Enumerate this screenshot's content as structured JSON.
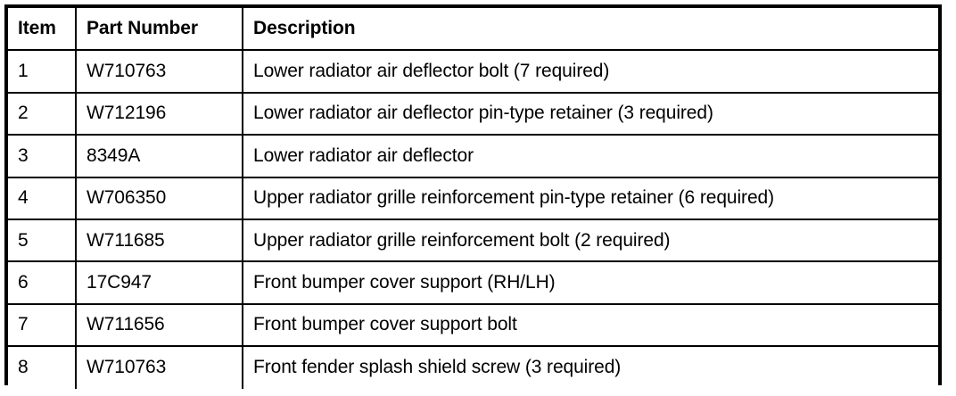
{
  "table": {
    "columns": [
      {
        "key": "item",
        "label": "Item"
      },
      {
        "key": "part_number",
        "label": "Part Number"
      },
      {
        "key": "description",
        "label": "Description"
      }
    ],
    "rows": [
      {
        "item": "1",
        "part_number": "W710763",
        "description": "Lower radiator air deflector bolt (7 required)"
      },
      {
        "item": "2",
        "part_number": "W712196",
        "description": "Lower radiator air deflector pin-type retainer (3 required)"
      },
      {
        "item": "3",
        "part_number": "8349A",
        "description": "Lower radiator air deflector"
      },
      {
        "item": "4",
        "part_number": "W706350",
        "description": "Upper radiator grille reinforcement pin-type retainer (6 required)"
      },
      {
        "item": "5",
        "part_number": "W711685",
        "description": "Upper radiator grille reinforcement bolt (2 required)"
      },
      {
        "item": "6",
        "part_number": "17C947",
        "description": "Front bumper cover support (RH/LH)"
      },
      {
        "item": "7",
        "part_number": "W711656",
        "description": "Front bumper cover support bolt"
      },
      {
        "item": "8",
        "part_number": "W710763",
        "description": "Front fender splash shield screw (3 required)"
      }
    ]
  },
  "style": {
    "border_color": "#000000",
    "text_color": "#000000",
    "background": "#ffffff"
  }
}
